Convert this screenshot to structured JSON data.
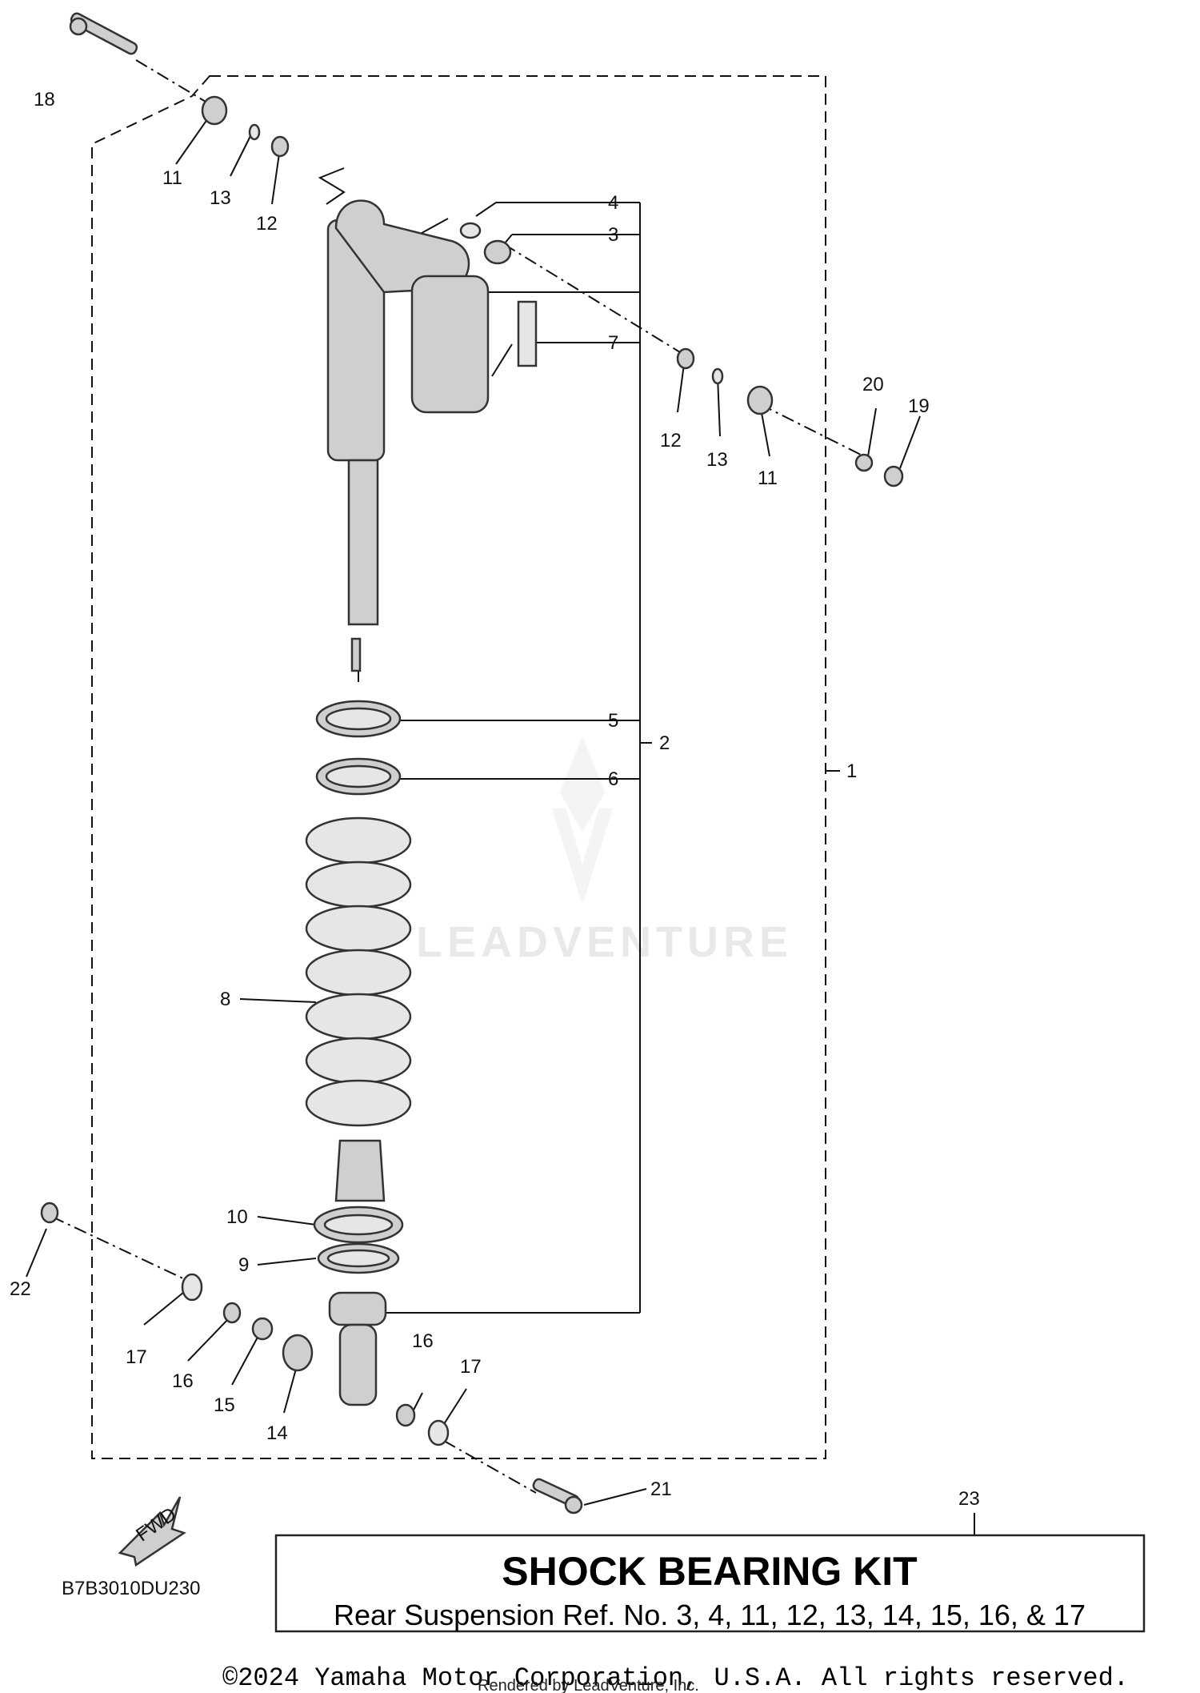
{
  "callouts": {
    "n1": "1",
    "n2": "2",
    "n3": "3",
    "n4": "4",
    "n5": "5",
    "n6": "6",
    "n7": "7",
    "n8": "8",
    "n9": "9",
    "n10": "10",
    "n11a": "11",
    "n11b": "11",
    "n12a": "12",
    "n12b": "12",
    "n13a": "13",
    "n13b": "13",
    "n14": "14",
    "n15": "15",
    "n16a": "16",
    "n16b": "16",
    "n17a": "17",
    "n17b": "17",
    "n18": "18",
    "n19": "19",
    "n20": "20",
    "n21": "21",
    "n22": "22",
    "n23": "23"
  },
  "kit": {
    "title": "SHOCK BEARING KIT",
    "subtitle": "Rear Suspension Ref. No. 3, 4, 11, 12, 13, 14, 15, 16, & 17"
  },
  "diagram_code": "B7B3010DU230",
  "fwd_label": "FWD",
  "watermark": "LEADVENTURE",
  "copyright": "©2024 Yamaha Motor Corporation, U.S.A. All rights reserved.",
  "rendered_by": "Rendered by LeadVenture, Inc."
}
